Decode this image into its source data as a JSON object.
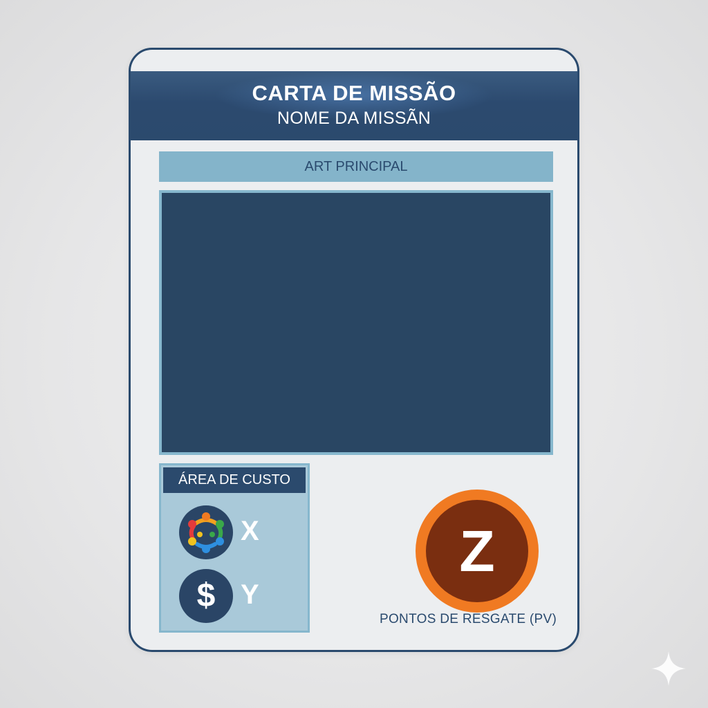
{
  "card": {
    "title": "CARTA DE MISSÃO",
    "subtitle": "NOME DA MISSÃN"
  },
  "art": {
    "label": "ART PRINCIPAL"
  },
  "cost": {
    "title": "ÁREA DE CUSTO",
    "items": [
      {
        "icon": "team-people-icon",
        "value": "X"
      },
      {
        "icon": "dollar-icon",
        "symbol": "$",
        "value": "Y"
      }
    ]
  },
  "reward": {
    "value": "Z",
    "label": "PONTOS DE RESGATE (PV)"
  },
  "colors": {
    "header": "#2b4a6d",
    "art_bg": "#294663",
    "light_blue": "#84b4ca",
    "reward_ring": "#f07a22",
    "reward_inner": "#7a2e10"
  }
}
